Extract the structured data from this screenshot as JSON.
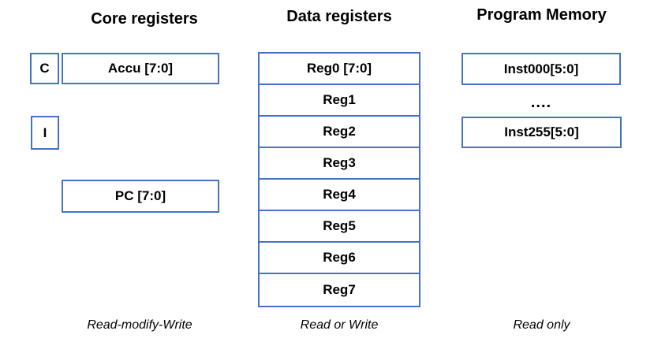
{
  "diagram": {
    "core": {
      "title": "Core registers",
      "carry_flag": "C",
      "accu": "Accu [7:0]",
      "interrupt_flag": "I",
      "pc": "PC [7:0]",
      "footer": "Read-modify-Write"
    },
    "data": {
      "title": "Data registers",
      "rows": [
        "Reg0 [7:0]",
        "Reg1",
        "Reg2",
        "Reg3",
        "Reg4",
        "Reg5",
        "Reg6",
        "Reg7"
      ],
      "footer": "Read or Write"
    },
    "program": {
      "title": "Program Memory",
      "first": "Inst000[5:0]",
      "ellipsis": "....",
      "last": "Inst255[5:0]",
      "footer": "Read only"
    },
    "colors": {
      "box_border": "#4472C4",
      "text": "#000000",
      "background": "#FFFFFF"
    }
  }
}
